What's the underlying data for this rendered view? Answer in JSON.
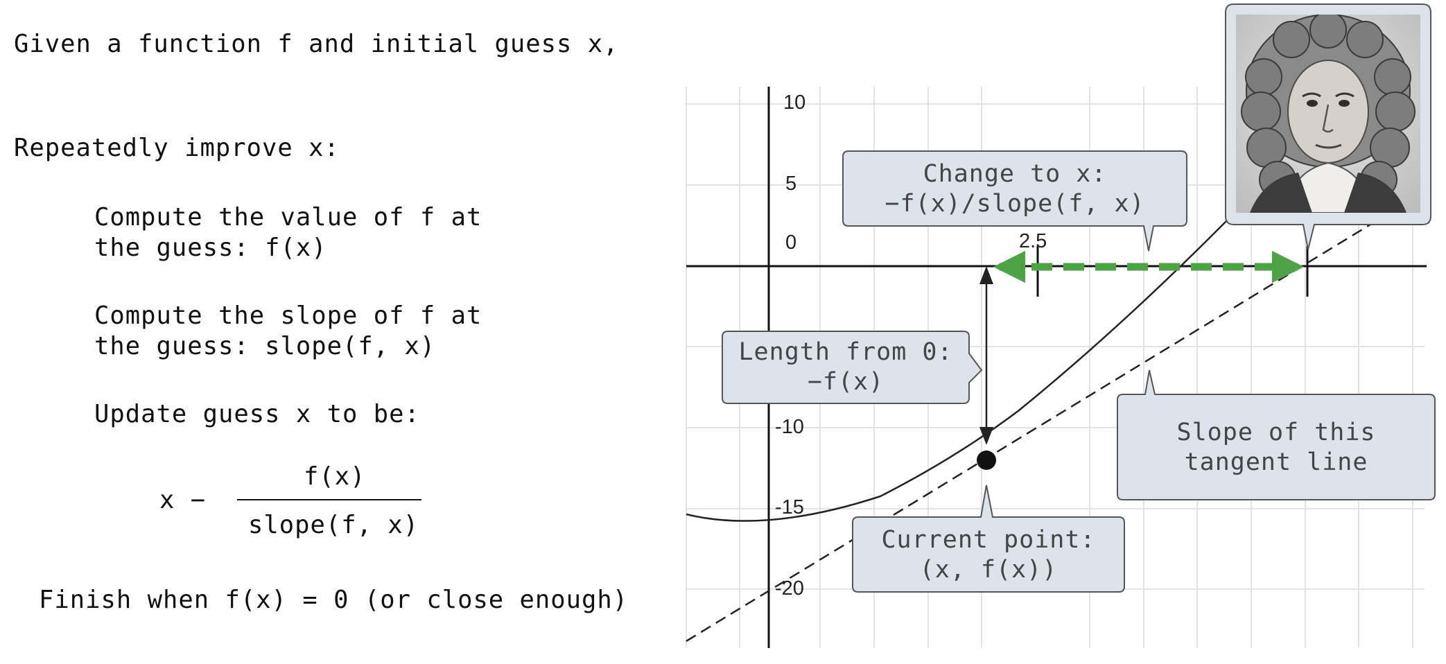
{
  "steps": {
    "intro": "Given a function f and initial guess x,",
    "repeat": "Repeatedly improve x:",
    "compute_value_1": "Compute the value of f at",
    "compute_value_2": "the guess: f(x)",
    "compute_slope_1": "Compute the slope of f at",
    "compute_slope_2": "the guess: slope(f, x)",
    "update": "Update guess x to be:",
    "formula_x": "x −",
    "formula_num": "f(x)",
    "formula_den": "slope(f, x)",
    "finish": "Finish when f(x) = 0 (or close enough)"
  },
  "graph": {
    "y_ticks": [
      "10",
      "5",
      "0",
      "-10",
      "-15",
      "-20"
    ],
    "x_tick": "2.5",
    "accent_color": "#4ea346",
    "callout_fill": "#dde3ea",
    "callout_stroke": "#555555"
  },
  "callouts": {
    "change": "Change to x:\n−f(x)/slope(f, x)",
    "length": "Length from 0:\n−f(x)",
    "slope": "Slope of this\ntangent line",
    "current": "Current point:\n(x, f(x))"
  },
  "portrait": {
    "icon": "portrait-engraving-icon"
  }
}
